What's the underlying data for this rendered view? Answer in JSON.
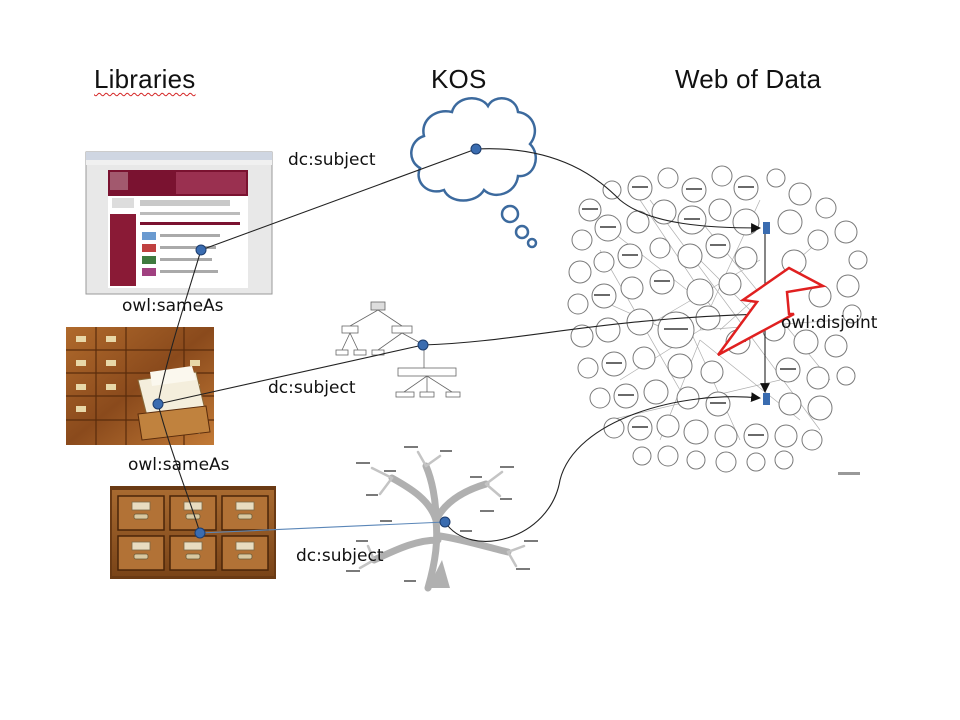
{
  "headers": {
    "libraries": "Libraries",
    "kos": "KOS",
    "web_of_data": "Web of Data"
  },
  "labels": {
    "dc_subject_top": "dc:subject",
    "dc_subject_mid": "dc:subject",
    "dc_subject_bottom": "dc:subject",
    "owl_sameas_1": "owl:sameAs",
    "owl_sameas_2": "owl:sameAs",
    "owl_disjoint": "owl:disjoint"
  },
  "images": {
    "library_website": "library catalogue web page screenshot",
    "card_catalog_open": "open card catalog drawer",
    "card_catalog_drawers": "wooden card catalog drawers",
    "kos_cloud": "thought cloud",
    "kos_hierarchy": "hierarchy diagram",
    "kos_tree": "tree diagram",
    "linked_data_cloud": "linked data cloud graph",
    "disjoint_symbol": "lightning bolt"
  }
}
